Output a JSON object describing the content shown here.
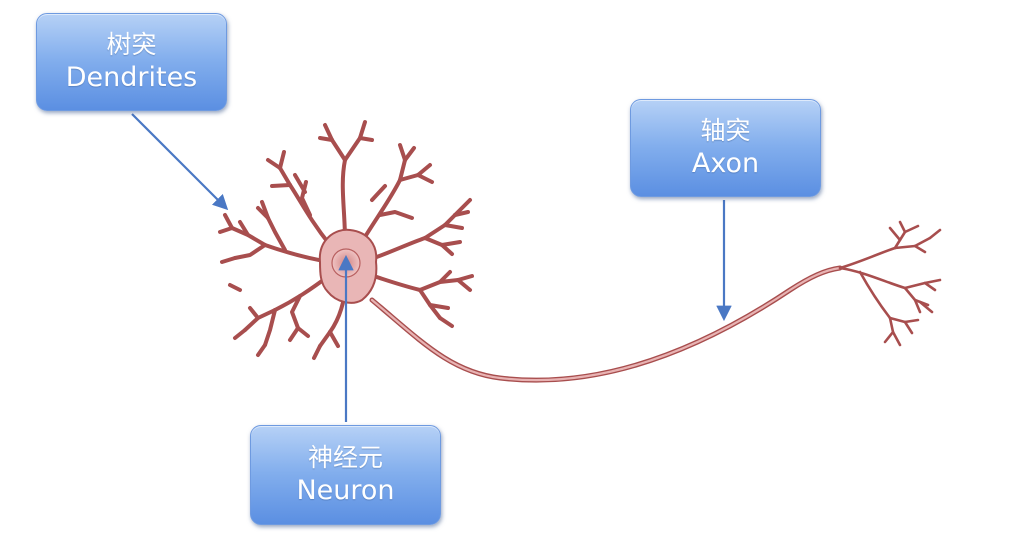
{
  "labels": {
    "dendrites": {
      "zh": "树突",
      "en": "Dendrites"
    },
    "axon": {
      "zh": "轴突",
      "en": "Axon"
    },
    "neuron": {
      "zh": "神经元",
      "en": "Neuron"
    }
  },
  "colors": {
    "neuron_fill": "#e9b6b6",
    "neuron_stroke": "#a84e4e",
    "soma_inner": "#d98a8a",
    "arrow": "#4a78c4",
    "box_top": "#b6d1f6",
    "box_bottom": "#5b8fe2",
    "box_text": "#ffffff"
  }
}
